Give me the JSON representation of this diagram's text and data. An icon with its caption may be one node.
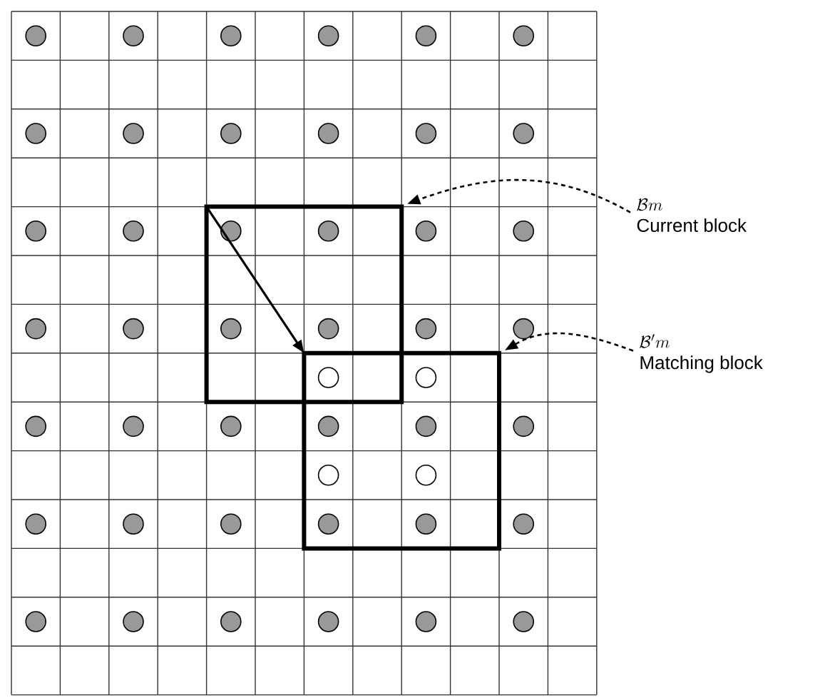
{
  "diagram": {
    "nodes": [
      {
        "text": [],
        "shape": "box"
      },
      {
        "text": [],
        "shape": "box"
      },
      {
        "text": [
          "\\mathcal{B}m",
          "Current block"
        ]
      },
      {
        "text": [
          "\\mathcal{B}'m",
          "Matching block"
        ]
      }
    ],
    "edges": [
      {
        "from": 0,
        "to": 1,
        "arrow": "to"
      },
      {
        "from": 2,
        "to": 0,
        "arrow": "to",
        "style": "dashed"
      },
      {
        "from": 3,
        "to": 1,
        "arrow": "to",
        "style": "dashed"
      }
    ]
  }
}
